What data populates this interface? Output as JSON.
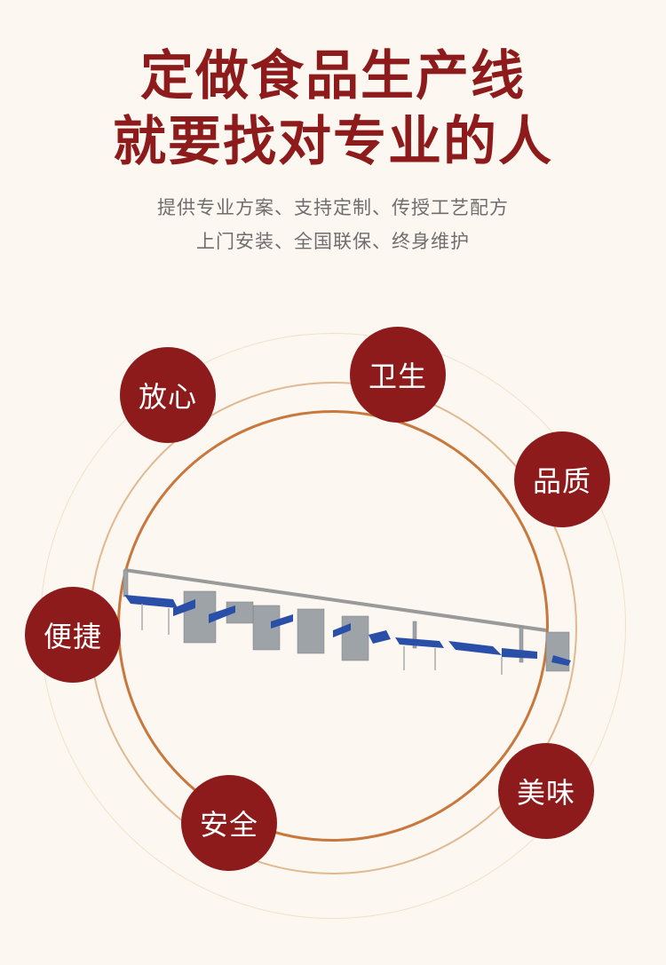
{
  "header": {
    "title_line1": "定做食品生产线",
    "title_line2": "就要找对专业的人",
    "subtitle_line1": "提供专业方案、支持定制、传授工艺配方",
    "subtitle_line2": "上门安装、全国联保、终身维护"
  },
  "badges": [
    "放心",
    "卫生",
    "品质",
    "便捷",
    "安全",
    "美味"
  ],
  "colors": {
    "brand": "#8e1b1c",
    "ring": "#c8783c",
    "background": "#fcf7f1",
    "conveyor": "#2a4fa8"
  }
}
